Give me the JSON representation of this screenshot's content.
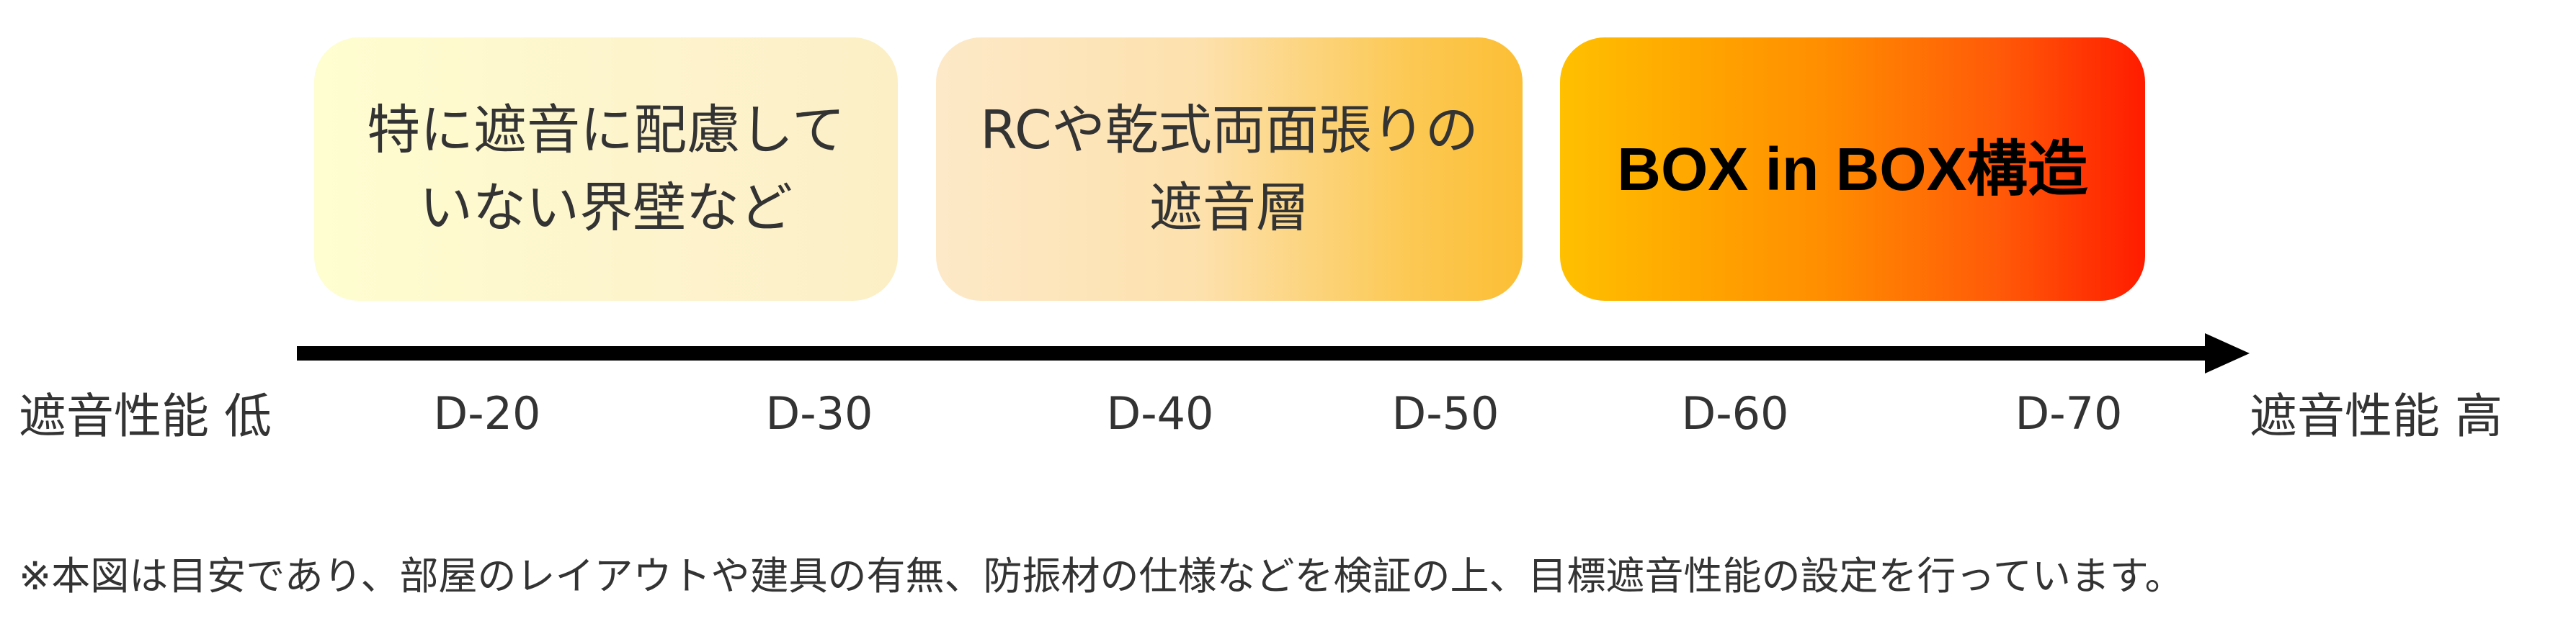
{
  "boxes": [
    {
      "text": "特に遮音に配慮して\nいない界壁など",
      "fill_start": "#fefed0",
      "fill_end": "#fcefc6"
    },
    {
      "text": "RCや乾式両面張りの\n遮音層",
      "fill_start": "#fde9c8",
      "fill_end": "#fcbe34"
    },
    {
      "text": "BOX in BOX構造",
      "fill_start": "#ffc000",
      "fill_end": "#ff1c00"
    }
  ],
  "axis": {
    "left_label": "遮音性能 低",
    "right_label": "遮音性能 高",
    "ticks": [
      "D-20",
      "D-30",
      "D-40",
      "D-50",
      "D-60",
      "D-70"
    ],
    "arrow_color": "#000000"
  },
  "note": "※本図は目安であり、部屋のレイアウトや建具の有無、防振材の仕様などを検証の上、目標遮音性能の設定を行っています。"
}
